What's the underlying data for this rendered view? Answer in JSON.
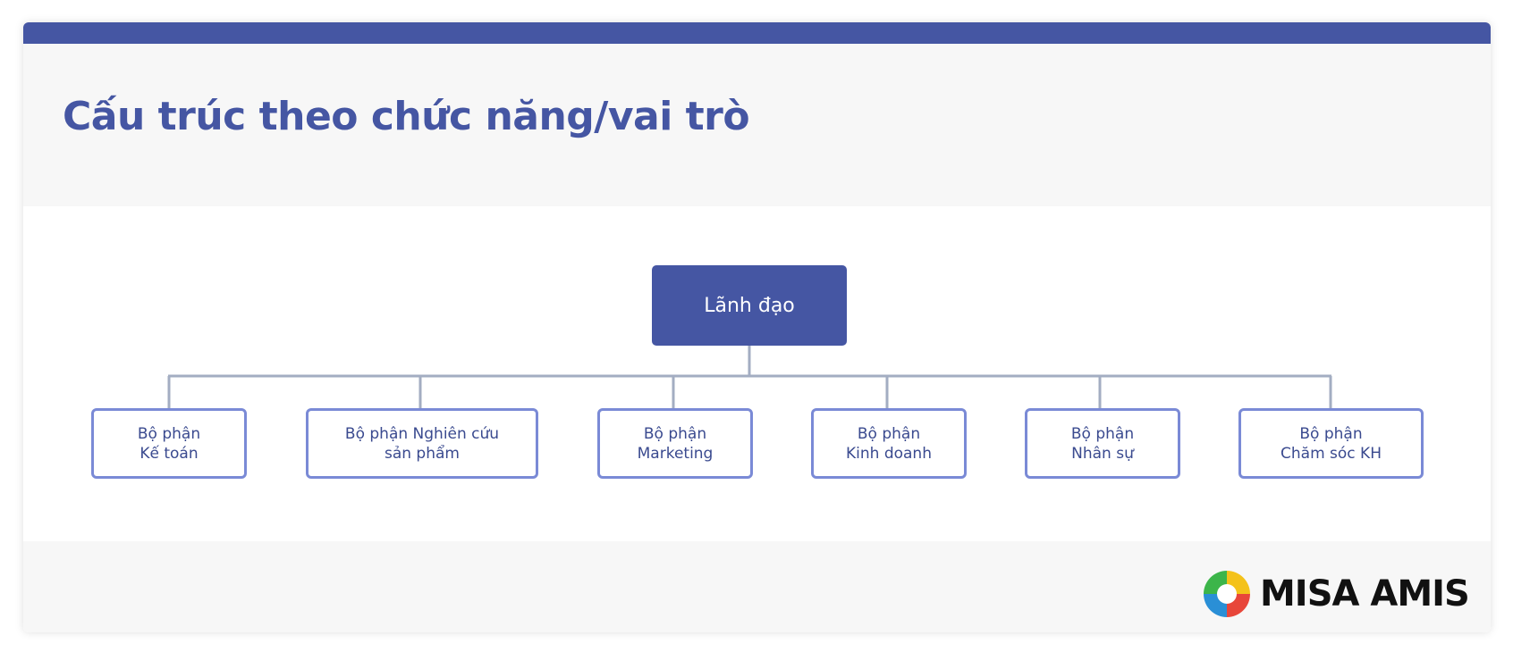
{
  "title": "Cấu trúc theo chức năng/vai trò",
  "leader": {
    "label": "Lãnh đạo"
  },
  "departments": [
    {
      "label": "Bộ phận\nKế toán"
    },
    {
      "label": "Bộ phận Nghiên cứu\nsản phẩm"
    },
    {
      "label": "Bộ phận\nMarketing"
    },
    {
      "label": "Bộ phận\nKinh doanh"
    },
    {
      "label": "Bộ phận\nNhân sự"
    },
    {
      "label": "Bộ phận\nChăm sóc KH"
    }
  ],
  "brand": {
    "name": "MISA AMIS",
    "logo_icon": "misa-swirl-icon"
  },
  "colors": {
    "primary": "#4556a3",
    "box_border": "#7a8ad6",
    "connector": "#a3adc2",
    "panel_bg": "#f7f7f7"
  }
}
